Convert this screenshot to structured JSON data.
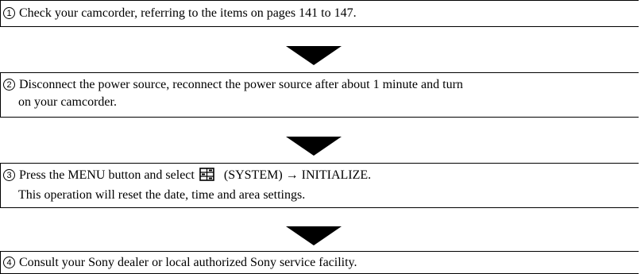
{
  "steps": [
    {
      "number": "1",
      "lines": [
        "Check your camcorder, referring to the items on pages 141 to 147."
      ]
    },
    {
      "number": "2",
      "lines": [
        "Disconnect the power source, reconnect the power source after about 1 minute and turn",
        "on your camcorder."
      ]
    },
    {
      "number": "3",
      "line1_before_icon": "Press the MENU button and select",
      "icon": "system-settings-icon",
      "line1_after_icon": "(SYSTEM) → INITIALIZE.",
      "line2": "This operation will reset the date, time and area settings."
    },
    {
      "number": "4",
      "lines": [
        "Consult your Sony dealer or local authorized Sony service facility."
      ]
    }
  ]
}
